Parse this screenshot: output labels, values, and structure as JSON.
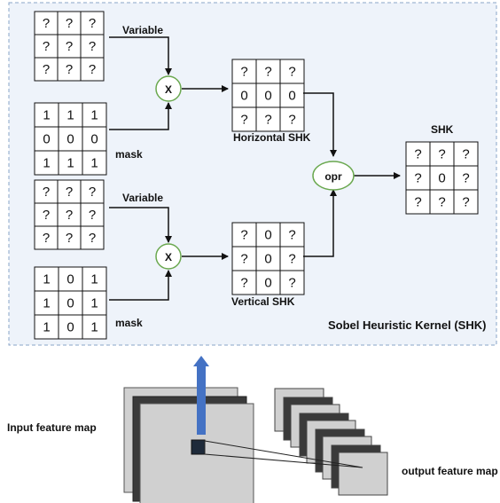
{
  "shk_panel": {
    "title": "Sobel Heuristic Kernel (SHK)",
    "background": "#eef3fa",
    "border_color": "#8aa4c8"
  },
  "top_branch": {
    "variable_label": "Variable",
    "variable_matrix": [
      [
        "?",
        "?",
        "?"
      ],
      [
        "?",
        "?",
        "?"
      ],
      [
        "?",
        "?",
        "?"
      ]
    ],
    "mask_label": "mask",
    "mask_matrix": [
      [
        "1",
        "1",
        "1"
      ],
      [
        "0",
        "0",
        "0"
      ],
      [
        "1",
        "1",
        "1"
      ]
    ],
    "operator": "X",
    "result_label": "Horizontal SHK",
    "result_matrix": [
      [
        "?",
        "?",
        "?"
      ],
      [
        "0",
        "0",
        "0"
      ],
      [
        "?",
        "?",
        "?"
      ]
    ]
  },
  "bottom_branch": {
    "variable_label": "Variable",
    "variable_matrix": [
      [
        "?",
        "?",
        "?"
      ],
      [
        "?",
        "?",
        "?"
      ],
      [
        "?",
        "?",
        "?"
      ]
    ],
    "mask_label": "mask",
    "mask_matrix": [
      [
        "1",
        "0",
        "1"
      ],
      [
        "1",
        "0",
        "1"
      ],
      [
        "1",
        "0",
        "1"
      ]
    ],
    "operator": "X",
    "result_label": "Vertical SHK",
    "result_matrix": [
      [
        "?",
        "0",
        "?"
      ],
      [
        "?",
        "0",
        "?"
      ],
      [
        "?",
        "0",
        "?"
      ]
    ]
  },
  "combine": {
    "operator": "opr",
    "output_label": "SHK",
    "output_matrix": [
      [
        "?",
        "?",
        "?"
      ],
      [
        "?",
        "0",
        "?"
      ],
      [
        "?",
        "?",
        "?"
      ]
    ]
  },
  "feature_maps": {
    "input_label": "Input feature map",
    "output_label": "output feature map"
  },
  "colors": {
    "operator_circle_stroke": "#6aa84f",
    "arrow_up": "#4472c4",
    "map_light": "#d0d0d0",
    "map_dark": "#3a3a3a"
  }
}
